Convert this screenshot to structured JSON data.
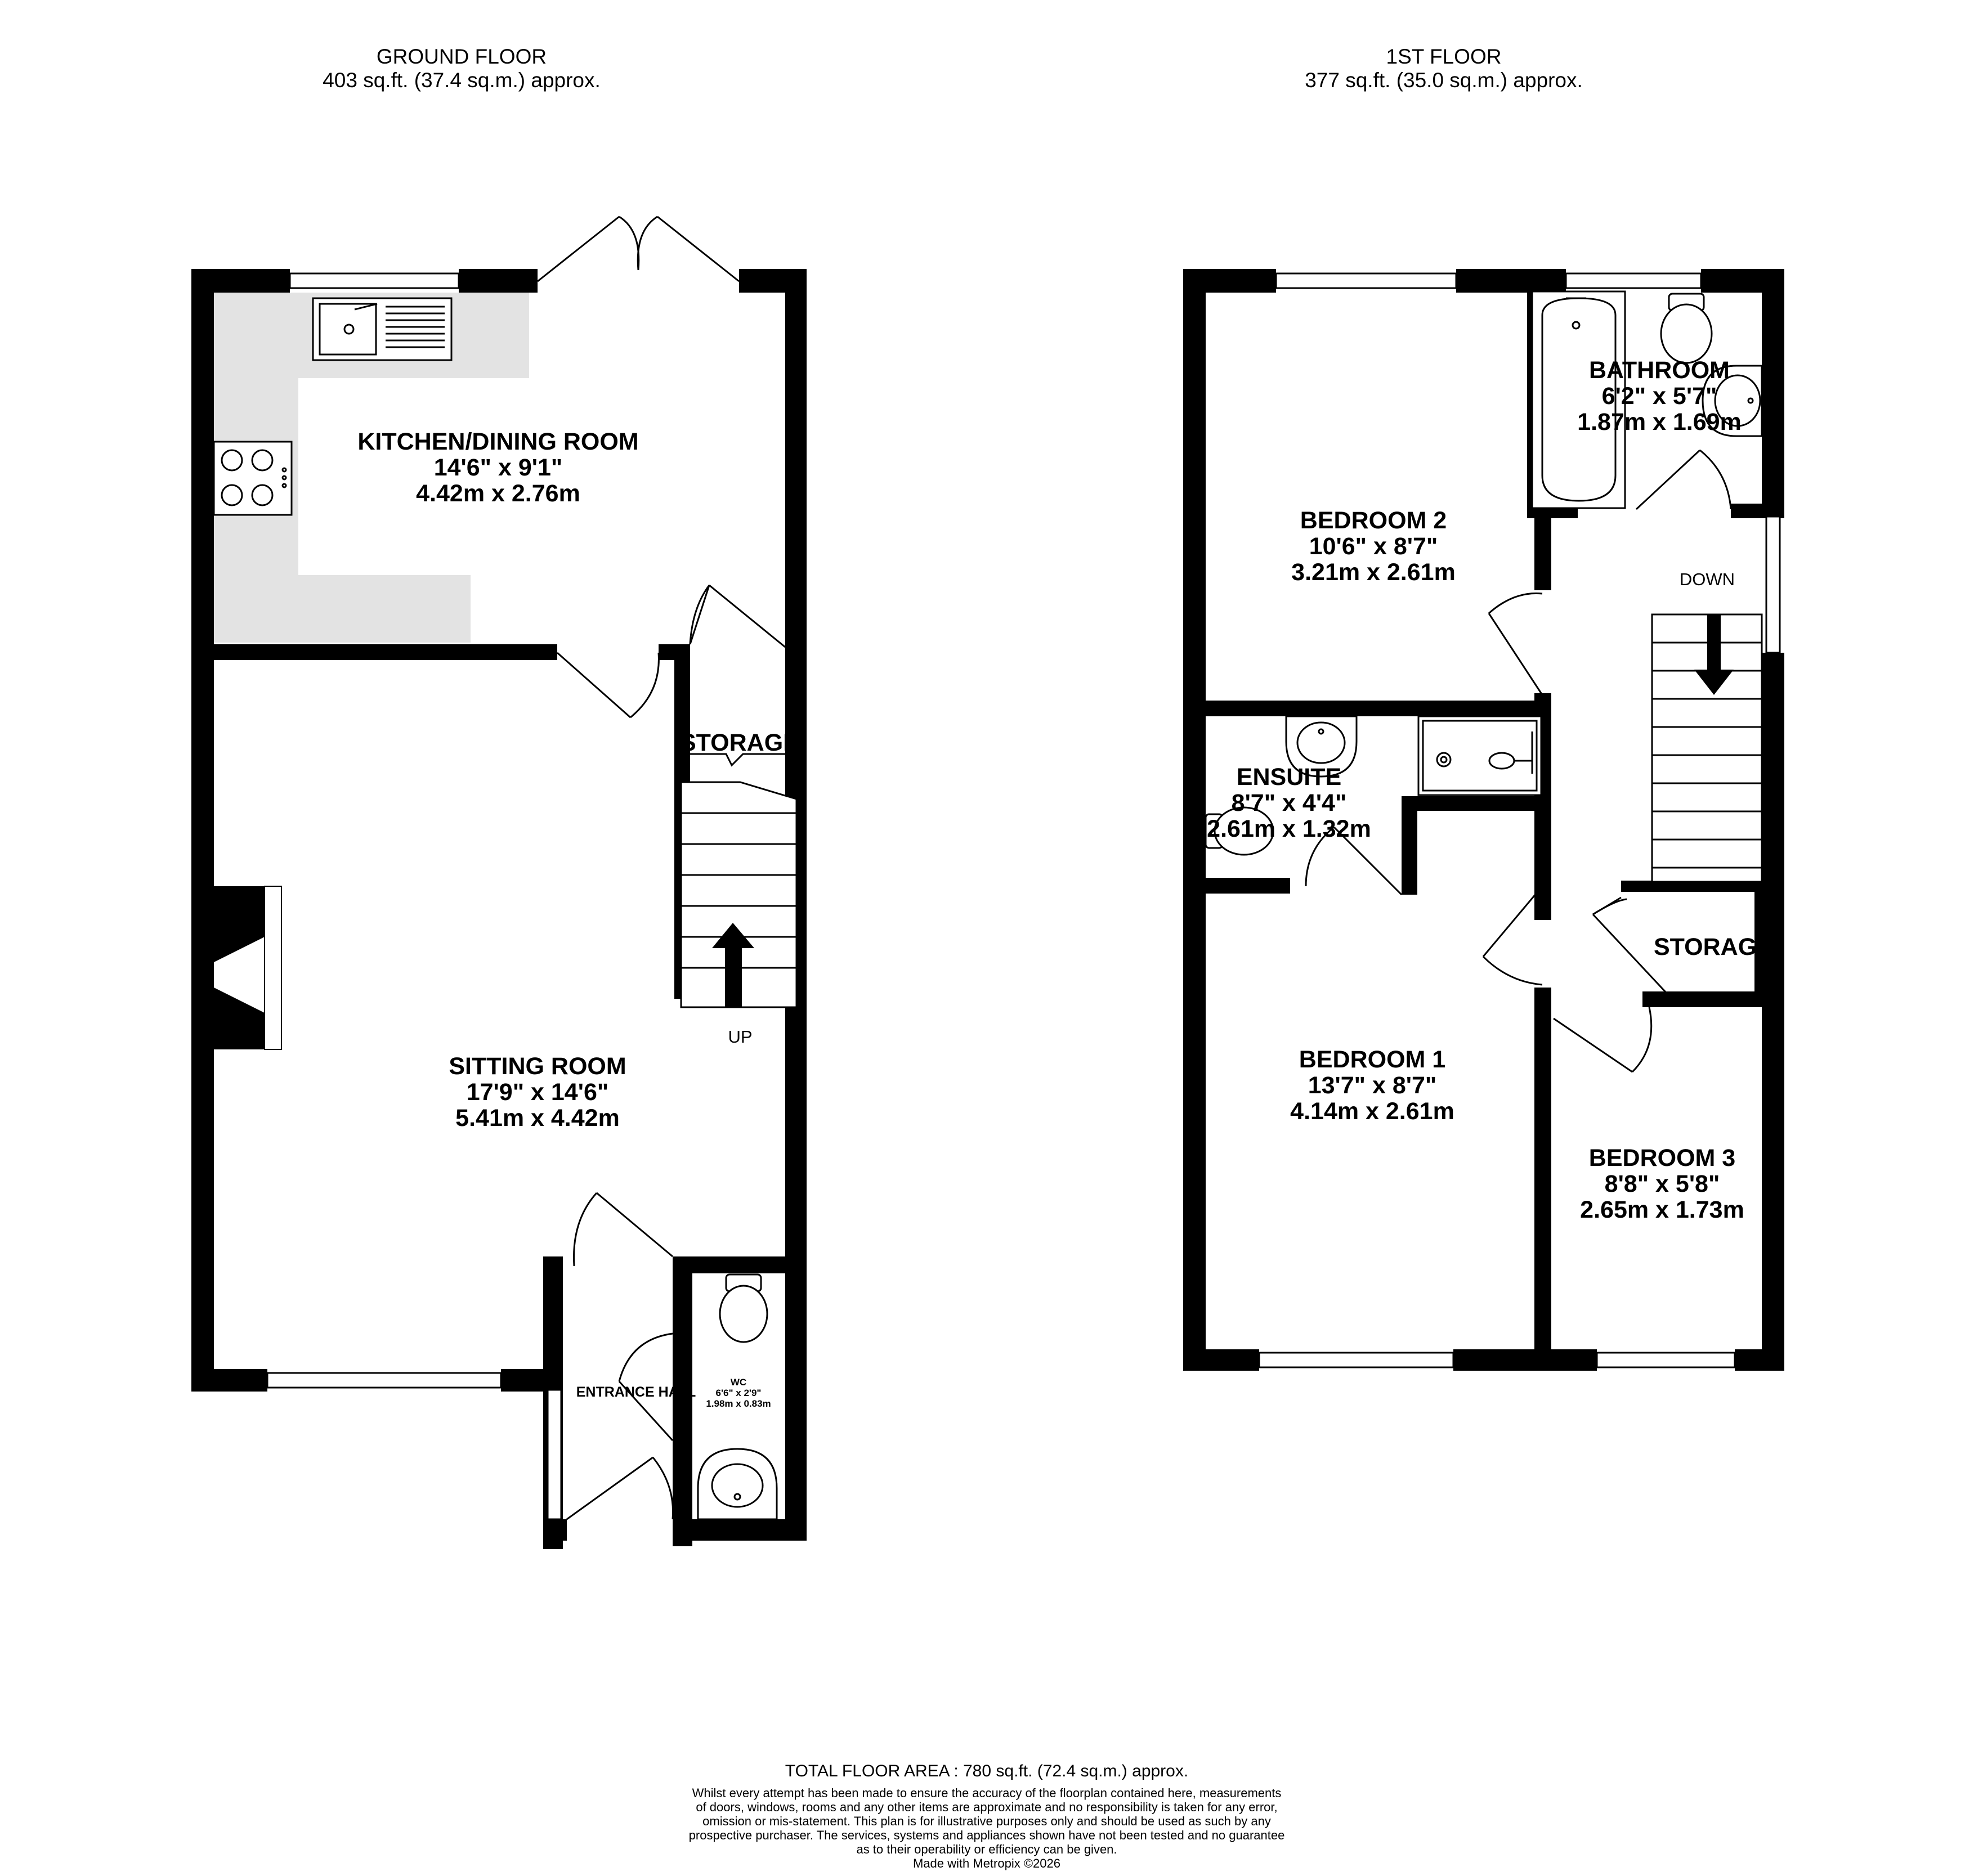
{
  "ground_floor": {
    "title": "GROUND FLOOR",
    "area": "403 sq.ft. (37.4 sq.m.) approx.",
    "rooms": [
      {
        "name": "KITCHEN/DINING ROOM",
        "dim_imperial": "14'6\"  x 9'1\"",
        "dim_metric": "4.42m  x 2.76m"
      },
      {
        "name": "SITTING ROOM",
        "dim_imperial": "17'9\"  x 14'6\"",
        "dim_metric": "5.41m  x 4.42m"
      },
      {
        "name": "STORAGE"
      },
      {
        "name": "ENTRANCE HALL"
      },
      {
        "name": "WC",
        "dim_imperial": "6'6\"  x 2'9\"",
        "dim_metric": "1.98m  x 0.83m"
      }
    ],
    "stairs_label": "UP"
  },
  "first_floor": {
    "title": "1ST FLOOR",
    "area": "377 sq.ft. (35.0 sq.m.) approx.",
    "rooms": [
      {
        "name": "BATHROOM",
        "dim_imperial": "6'2\"  x 5'7\"",
        "dim_metric": "1.87m  x 1.69m"
      },
      {
        "name": "BEDROOM 2",
        "dim_imperial": "10'6\"  x 8'7\"",
        "dim_metric": "3.21m  x 2.61m"
      },
      {
        "name": "ENSUITE",
        "dim_imperial": "8'7\"  x 4'4\"",
        "dim_metric": "2.61m  x 1.32m"
      },
      {
        "name": "STORAGE"
      },
      {
        "name": "BEDROOM 1",
        "dim_imperial": "13'7\"  x 8'7\"",
        "dim_metric": "4.14m  x 2.61m"
      },
      {
        "name": "BEDROOM 3",
        "dim_imperial": "8'8\"  x 5'8\"",
        "dim_metric": "2.65m  x 1.73m"
      }
    ],
    "stairs_label": "DOWN"
  },
  "footer": {
    "total_area": "TOTAL FLOOR AREA : 780 sq.ft. (72.4 sq.m.) approx.",
    "disclaimer": [
      "Whilst every attempt has been made to ensure the accuracy of the floorplan contained here, measurements",
      "of doors, windows, rooms and any other items are approximate and no responsibility is taken for any error,",
      "omission or mis-statement. This plan is for illustrative purposes only and should be used as such by any",
      "prospective purchaser. The services, systems and appliances shown have not been tested and no guarantee",
      "as to their operability or efficiency can be given."
    ],
    "credit": "Made with Metropix ©2026"
  },
  "colors": {
    "wall": "#000000",
    "kitchen_worktop": "#e3e3e3",
    "window": "#ffffff"
  }
}
